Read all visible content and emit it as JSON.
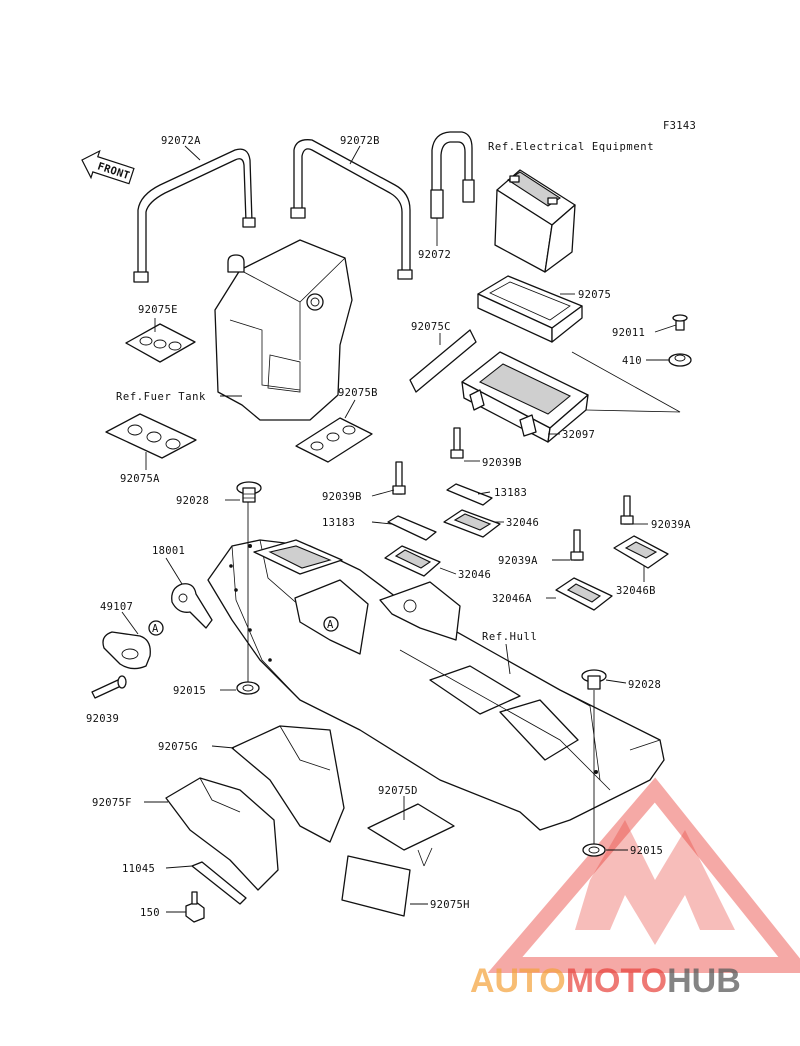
{
  "figure_code": "F3143",
  "front_label": "FRONT",
  "watermark": {
    "text_auto": "AUTO",
    "text_moto": "MOTO",
    "text_hub": "HUB",
    "color_red": "#e8413a",
    "color_orange": "#f4a23a",
    "color_gray": "#5b5b5b"
  },
  "refs": {
    "electrical": "Ref.Electrical Equipment",
    "fuel_tank": "Ref.Fuer Tank",
    "hull": "Ref.Hull"
  },
  "callouts": {
    "circle_a": "A"
  },
  "parts": {
    "p92072A": "92072A",
    "p92072B": "92072B",
    "p92072": "92072",
    "p92075": "92075",
    "p92075E": "92075E",
    "p92075C": "92075C",
    "p92011": "92011",
    "p410": "410",
    "p92075B": "92075B",
    "p32097": "32097",
    "p92075A": "92075A",
    "p92039B_1": "92039B",
    "p92028_1": "92028",
    "p92039B_2": "92039B",
    "p13183_1": "13183",
    "p13183_2": "13183",
    "p32046_1": "32046",
    "p92039A_1": "92039A",
    "p18001": "18001",
    "p92039A_2": "92039A",
    "p32046_2": "32046",
    "p32046B": "32046B",
    "p49107": "49107",
    "p32046A": "32046A",
    "p92015_1": "92015",
    "p92028_2": "92028",
    "p92039": "92039",
    "p92075G": "92075G",
    "p92075D": "92075D",
    "p92075F": "92075F",
    "p92015_2": "92015",
    "p11045": "11045",
    "p150": "150",
    "p92075H": "92075H"
  }
}
